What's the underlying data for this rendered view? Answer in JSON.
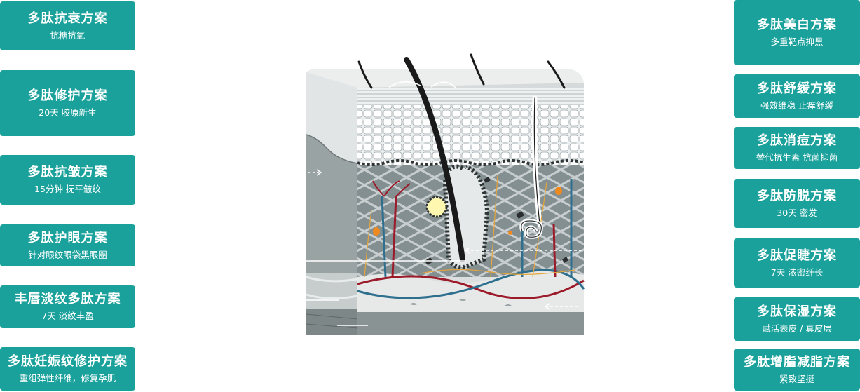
{
  "left_cards": [
    {
      "title": "多肽抗衰方案",
      "subtitle": "抗糖抗氧"
    },
    {
      "title": "多肽修护方案",
      "subtitle": "20天 胶原新生"
    },
    {
      "title": "多肽抗皱方案",
      "subtitle": "15分钟 抚平皱纹"
    },
    {
      "title": "多肽护眼方案",
      "subtitle": "针对眼纹眼袋黑眼圈"
    },
    {
      "title": "丰唇淡纹多肽方案",
      "subtitle": "7天 淡纹丰盈"
    },
    {
      "title": "多肽妊娠纹修护方案",
      "subtitle": "重组弹性纤维，修复孕肌"
    }
  ],
  "right_cards": [
    {
      "title": "多肽美白方案",
      "subtitle": "多重靶点抑黑"
    },
    {
      "title": "多肽舒缓方案",
      "subtitle": "强效维稳 止痒舒缓"
    },
    {
      "title": "多肽消痘方案",
      "subtitle": "替代抗生素 抗菌抑菌"
    },
    {
      "title": "多肽防脱方案",
      "subtitle": "30天 密发"
    },
    {
      "title": "多肽促睫方案",
      "subtitle": "7天 浓密纤长"
    },
    {
      "title": "多肽保湿方案",
      "subtitle": "赋活表皮 / 真皮层"
    },
    {
      "title": "多肽增脂减脂方案",
      "subtitle": "紧致坚挺"
    }
  ],
  "colors": {
    "card_bg": "#1aa19b",
    "card_text": "#ffffff",
    "dermis": "#7f8a8c",
    "epidermis": "#e6eaea",
    "artery": "#9b1b2a",
    "vein": "#2e6f8e",
    "nerve": "#e5a53a",
    "hair": "#1a1a1a"
  }
}
